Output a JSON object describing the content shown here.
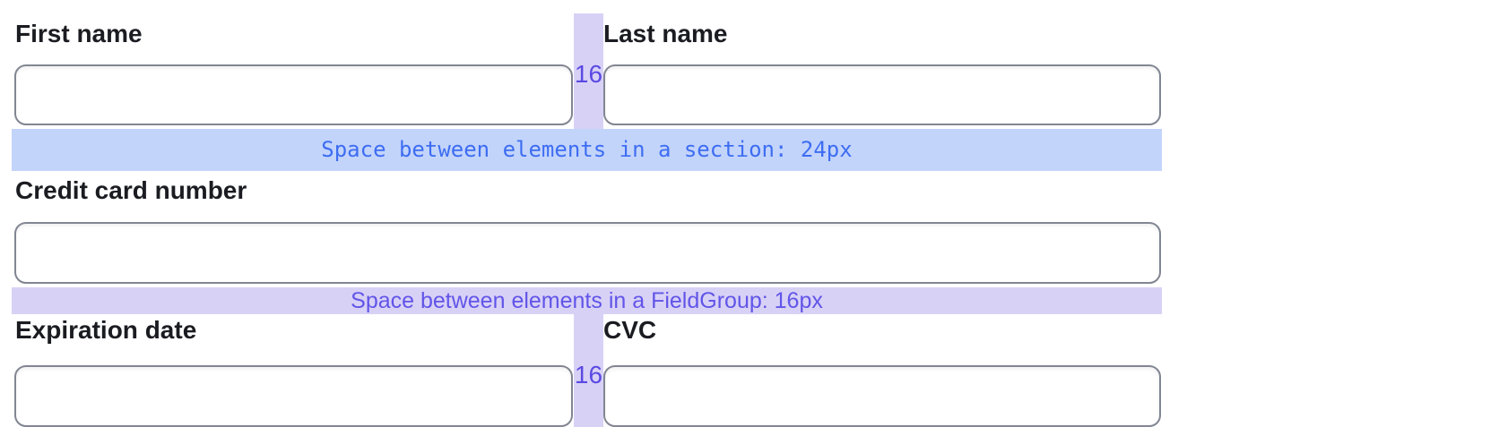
{
  "form": {
    "fields": {
      "first_name": {
        "label": "First name",
        "value": ""
      },
      "last_name": {
        "label": "Last name",
        "value": ""
      },
      "card_number": {
        "label": "Credit card number",
        "value": ""
      },
      "expiration_date": {
        "label": "Expiration date",
        "value": ""
      },
      "cvc": {
        "label": "CVC",
        "value": ""
      }
    }
  },
  "annotations": {
    "section_space": {
      "text": "Space between elements in a section: 24px",
      "band_color": "#c3d4fb",
      "text_color": "#3d6df2"
    },
    "fieldgroup_space": {
      "text": "Space between elements in a FieldGroup: 16px",
      "band_color": "#d8d1f6",
      "text_color": "#6155e8"
    },
    "horizontal_gap_row1": {
      "text": "16",
      "bar_color": "#d8d1f6",
      "text_color": "#5a4ae2"
    },
    "horizontal_gap_row2": {
      "text": "16",
      "bar_color": "#d8d1f6",
      "text_color": "#5a4ae2"
    }
  },
  "colors": {
    "label_text": "#1b1c21",
    "input_border": "#818692",
    "background": "#ffffff"
  }
}
